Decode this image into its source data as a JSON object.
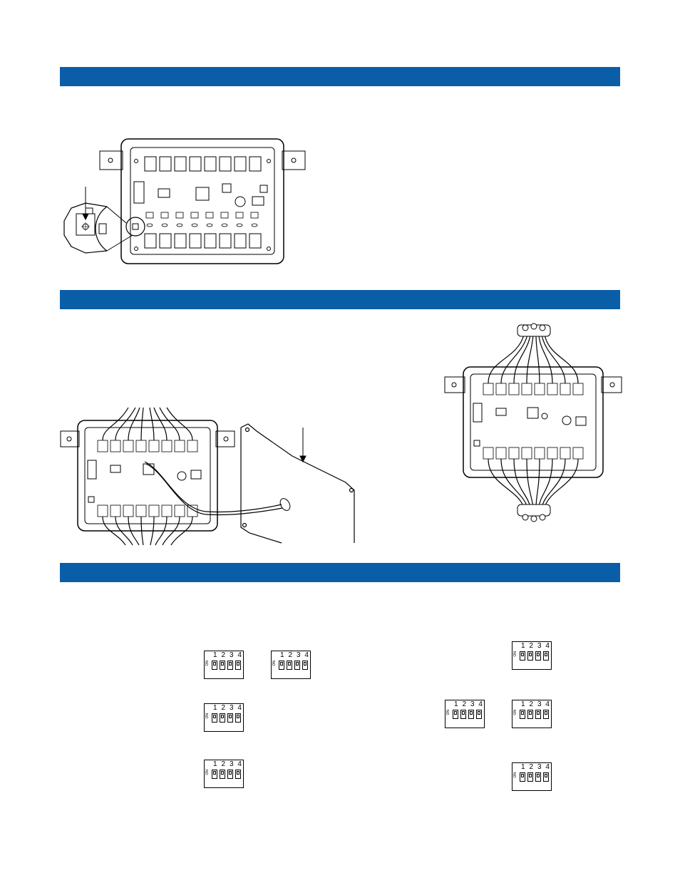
{
  "dip_switches": [
    {
      "id": "dip-a",
      "labels": [
        "1",
        "2",
        "3",
        "4"
      ],
      "on_label": "ON"
    },
    {
      "id": "dip-b",
      "labels": [
        "1",
        "2",
        "3",
        "4"
      ],
      "on_label": "ON"
    },
    {
      "id": "dip-c",
      "labels": [
        "1",
        "2",
        "3",
        "4"
      ],
      "on_label": "ON"
    },
    {
      "id": "dip-d",
      "labels": [
        "1",
        "2",
        "3",
        "4"
      ],
      "on_label": "ON"
    },
    {
      "id": "dip-e",
      "labels": [
        "1",
        "2",
        "3",
        "4"
      ],
      "on_label": "ON"
    },
    {
      "id": "dip-f",
      "labels": [
        "1",
        "2",
        "3",
        "4"
      ],
      "on_label": "ON"
    },
    {
      "id": "dip-g",
      "labels": [
        "1",
        "2",
        "3",
        "4"
      ],
      "on_label": "ON"
    },
    {
      "id": "dip-h",
      "labels": [
        "1",
        "2",
        "3",
        "4"
      ],
      "on_label": "ON"
    }
  ],
  "colors": {
    "section_bar": "#0a5ea8"
  }
}
